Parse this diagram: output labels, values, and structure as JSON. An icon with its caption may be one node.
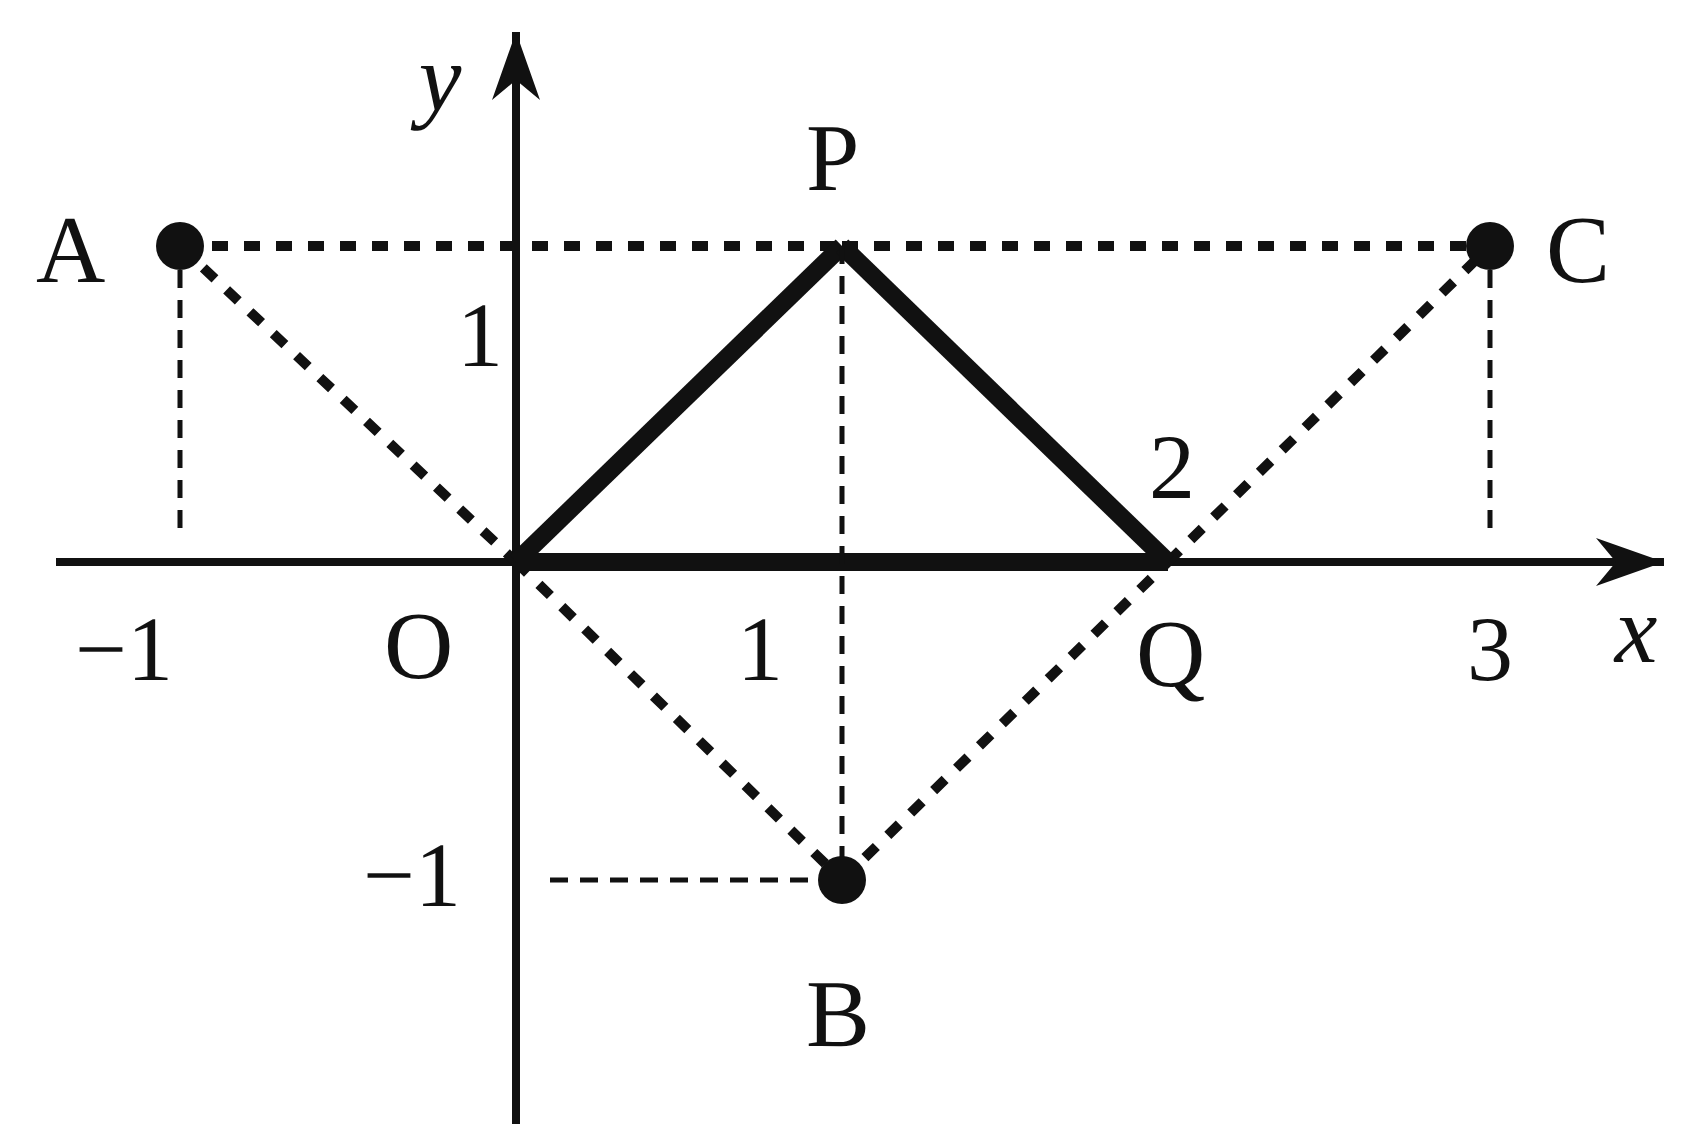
{
  "diagram": {
    "nodes": [
      {
        "text": [
          "A"
        ]
      },
      {
        "text": [
          "P"
        ]
      },
      {
        "text": [
          "C"
        ]
      },
      {
        "text": [
          "O"
        ]
      },
      {
        "text": [
          "Q"
        ]
      },
      {
        "text": [
          "B"
        ]
      }
    ],
    "edges": [
      {
        "from": 0,
        "to": 1,
        "arrow": "none",
        "style": "dashed"
      },
      {
        "from": 1,
        "to": 2,
        "arrow": "none",
        "style": "dashed"
      },
      {
        "from": 0,
        "to": 3,
        "arrow": "none",
        "style": "dashed"
      },
      {
        "from": 3,
        "to": 5,
        "arrow": "none",
        "style": "dashed"
      },
      {
        "from": 5,
        "to": 4,
        "arrow": "none",
        "style": "dashed"
      },
      {
        "from": 4,
        "to": 2,
        "arrow": "none",
        "style": "dashed"
      },
      {
        "from": 3,
        "to": 1,
        "arrow": "none",
        "style": "thick"
      },
      {
        "from": 1,
        "to": 4,
        "arrow": "none",
        "style": "thick"
      },
      {
        "from": 3,
        "to": 4,
        "arrow": "none",
        "style": "thick"
      },
      {
        "from": 1,
        "to": 5,
        "arrow": "none",
        "style": "dashed"
      }
    ],
    "labels": [
      "y",
      "1",
      "2",
      "−1",
      "1",
      "3",
      "x",
      "−1"
    ]
  }
}
